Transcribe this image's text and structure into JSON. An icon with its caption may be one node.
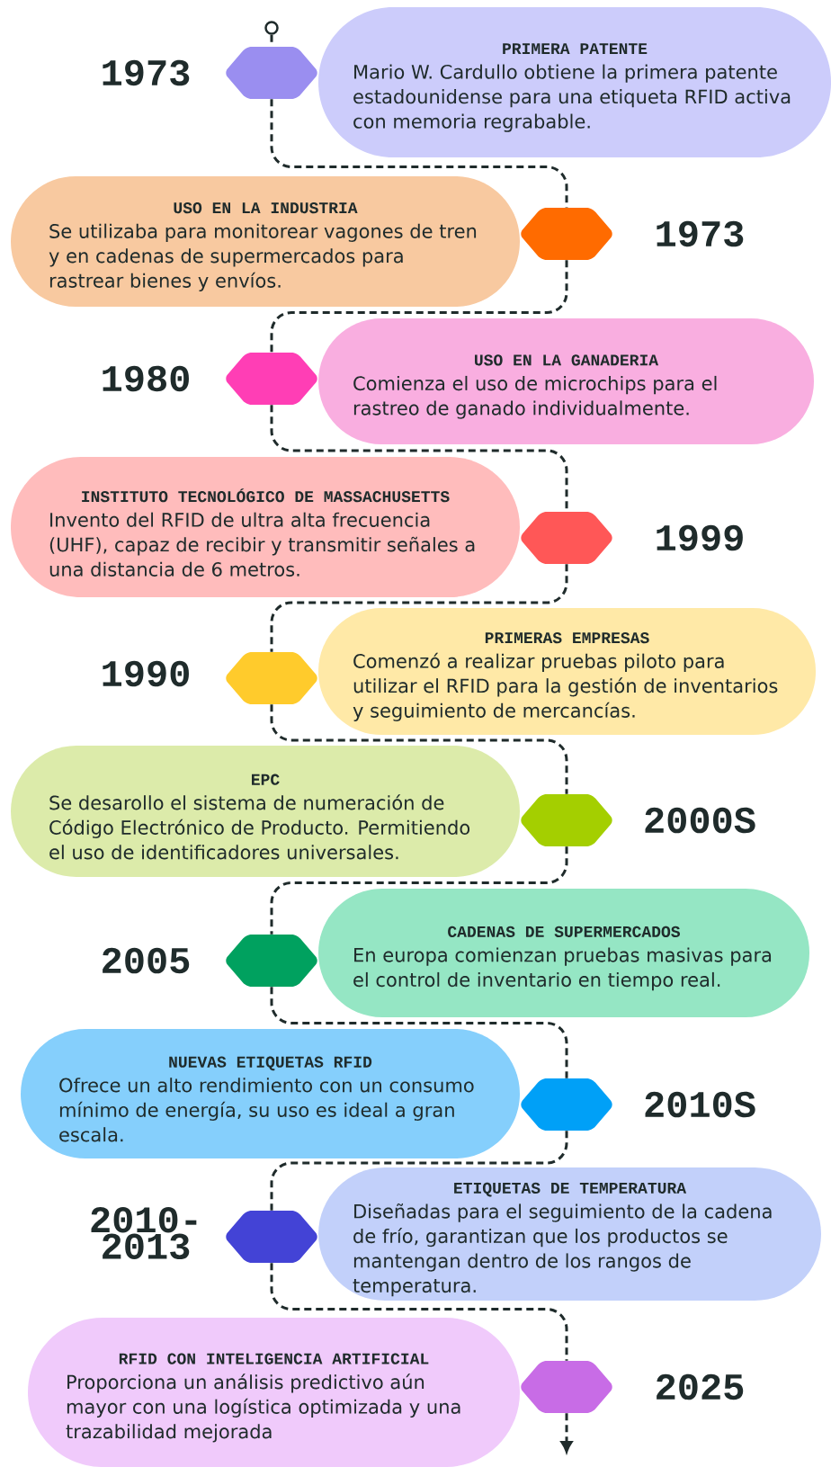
{
  "diagram": {
    "nodes": [
      {
        "text": [],
        "shape": "circle"
      },
      {
        "text": [
          "PRIMERA PATENTE",
          "Mario W. Cardullo obtiene la primera patente estadounidense para una etiqueta RFID activa con memoria regrabable."
        ]
      },
      {
        "text": [],
        "shape": "hexagon",
        "beside": [
          "1973"
        ]
      },
      {
        "text": [
          "USO EN LA INDUSTRIA",
          "Se utilizaba para monitorear vagones de tren y en cadenas de supermercados para rastrear bienes y envíos."
        ]
      },
      {
        "text": [],
        "shape": "hexagon",
        "beside": [
          "1973"
        ]
      },
      {
        "text": [
          "USO EN LA GANADERIA",
          "Comienza el uso de microchips para el rastreo de ganado individualmente."
        ]
      },
      {
        "text": [],
        "shape": "hexagon",
        "beside": [
          "1980"
        ]
      },
      {
        "text": [
          "INSTITUTO TECNOLÓGICO DE MASSACHUSETTS",
          "Invento del RFID de ultra alta frecuencia (UHF), capaz de recibir y transmitir señales a una distancia de 6 metros."
        ]
      },
      {
        "text": [],
        "shape": "hexagon",
        "beside": [
          "1999"
        ]
      },
      {
        "text": [
          "PRIMERAS EMPRESAS",
          "Comenzó a realizar pruebas piloto para utilizar el RFID para la gestión de inventarios y seguimiento de mercancías."
        ]
      },
      {
        "text": [],
        "shape": "hexagon",
        "beside": [
          "1990"
        ]
      },
      {
        "text": [
          "EPC",
          "Se desarollo el sistema de numeración de Código Electrónico de Producto. Permitiendo el uso de identificadores universales."
        ]
      },
      {
        "text": [],
        "shape": "hexagon",
        "beside": [
          "2000S"
        ]
      },
      {
        "text": [
          "CADENAS DE SUPERMERCADOS",
          "En europa comienzan pruebas masivas para el control de inventario en tiempo real."
        ]
      },
      {
        "text": [],
        "shape": "hexagon",
        "beside": [
          "2005"
        ]
      },
      {
        "text": [
          "NUEVAS ETIQUETAS RFID",
          "Ofrece un alto rendimiento con un consumo mínimo de energía, su uso es ideal a gran escala."
        ]
      },
      {
        "text": [],
        "shape": "hexagon",
        "beside": [
          "2010S"
        ]
      },
      {
        "text": [
          "ETIQUETAS DE TEMPERATURA",
          "Diseñadas para el seguimiento de la cadena de frío, garantizan que los productos se mantengan dentro de los rangos de temperatura."
        ]
      },
      {
        "text": [],
        "shape": "hexagon",
        "beside": [
          "2010- 2013"
        ]
      },
      {
        "text": [
          "RFID CON INTELIGENCIA ARTIFICIAL",
          "Proporciona un análisis predictivo aún mayor con una logística optimizada y una trazabilidad mejorada"
        ]
      },
      {
        "text": [],
        "shape": "hexagon",
        "beside": [
          "2025"
        ]
      }
    ],
    "edges": [
      {
        "from": 0,
        "to": 2,
        "arrow": "none",
        "style": "dashed"
      },
      {
        "from": 2,
        "to": 4,
        "arrow": "none",
        "style": "dashed"
      },
      {
        "from": 4,
        "to": 6,
        "arrow": "none",
        "style": "dashed"
      },
      {
        "from": 6,
        "to": 8,
        "arrow": "none",
        "style": "dashed"
      },
      {
        "from": 8,
        "to": 10,
        "arrow": "none",
        "style": "dashed"
      },
      {
        "from": 10,
        "to": 12,
        "arrow": "none",
        "style": "dashed"
      },
      {
        "from": 12,
        "to": 14,
        "arrow": "none",
        "style": "dashed"
      },
      {
        "from": 14,
        "to": 16,
        "arrow": "none",
        "style": "dashed"
      },
      {
        "from": 16,
        "to": 18,
        "arrow": "none",
        "style": "dashed"
      },
      {
        "from": 18,
        "to": 20,
        "arrow": "none",
        "style": "dashed"
      },
      {
        "from": 20,
        "to": null,
        "arrow": "to",
        "style": "dashed"
      }
    ]
  }
}
